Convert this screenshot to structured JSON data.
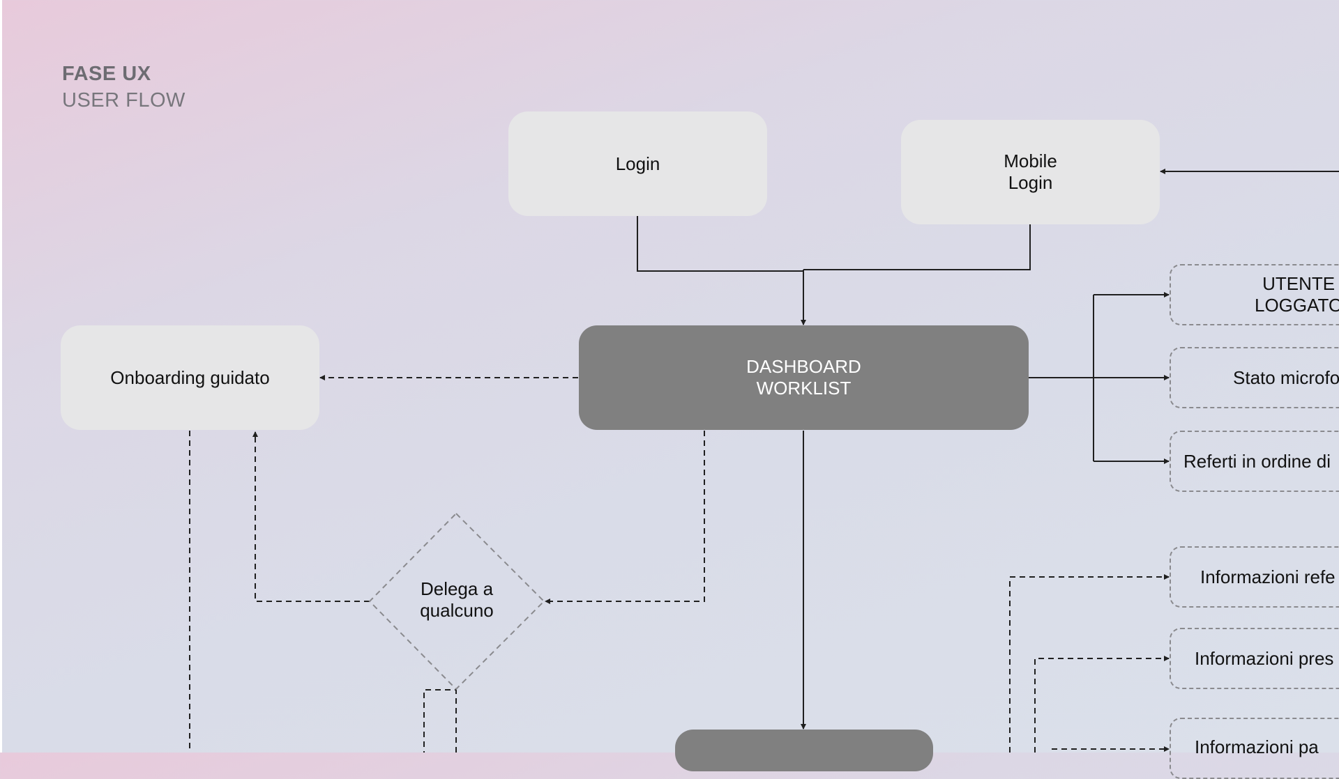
{
  "header": {
    "title": "FASE UX",
    "subtitle": "USER FLOW"
  },
  "nodes": {
    "login": "Login",
    "mobile_login": "Mobile\nLogin",
    "onboarding": "Onboarding guidato",
    "dashboard": "DASHBOARD\nWORKLIST",
    "delega": "Delega a\nqualcuno",
    "utente": "UTENTE\nLOGGATO",
    "stato": "Stato microfo",
    "referti": "Referti in ordine di",
    "info_refe": "Informazioni refe",
    "info_pres": "Informazioni pres",
    "info_pa": "Informazioni pa"
  },
  "colors": {
    "dark_node": "#808080",
    "light_node": "#e6e6e7",
    "line": "#1f1f1f",
    "dashed_border": "#8a8a8e"
  }
}
